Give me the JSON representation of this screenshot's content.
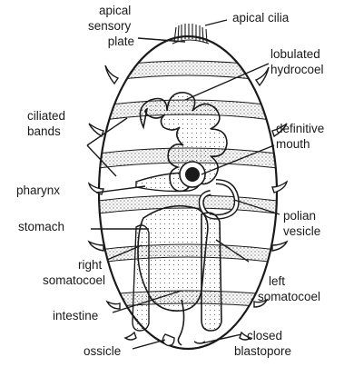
{
  "diagram": {
    "labels": {
      "apical_sensory_plate": [
        "apical",
        "sensory",
        "plate"
      ],
      "apical_cilia": [
        "apical cilia"
      ],
      "lobulated_hydrocoel": [
        "lobulated",
        "hydrocoel"
      ],
      "ciliated_bands": [
        "ciliated",
        "bands"
      ],
      "definitive_mouth": [
        "definitive",
        "mouth"
      ],
      "pharynx": [
        "pharynx"
      ],
      "polian_vesicle": [
        "polian",
        "vesicle"
      ],
      "stomach": [
        "stomach"
      ],
      "right_somatocoel": [
        "right",
        "somatocoel"
      ],
      "left_somatocoel": [
        "left",
        "somatocoel"
      ],
      "intestine": [
        "intestine"
      ],
      "ossicle": [
        "ossicle"
      ],
      "closed_blastopore": [
        "closed",
        "blastopore"
      ]
    },
    "colors": {
      "ink": "#1a1a1a",
      "background": "#ffffff"
    }
  }
}
